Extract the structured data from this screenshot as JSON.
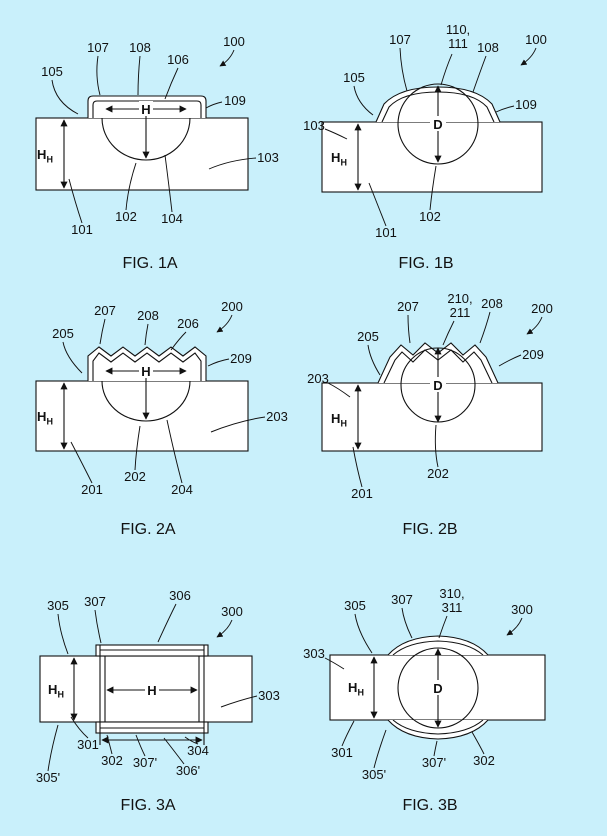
{
  "page": {
    "background": "#c9f0fb",
    "ink": "#111111"
  },
  "dims": {
    "h": "H",
    "d": "D",
    "hh_base": "H",
    "hh_sub": "H"
  },
  "fig1a": {
    "caption": "FIG. 1A",
    "refs": {
      "r100": "100",
      "r101": "101",
      "r102": "102",
      "r103": "103",
      "r104": "104",
      "r105": "105",
      "r106": "106",
      "r107": "107",
      "r108": "108",
      "r109": "109"
    }
  },
  "fig1b": {
    "caption": "FIG. 1B",
    "refs": {
      "r100": "100",
      "r101": "101",
      "r102": "102",
      "r103": "103",
      "r105": "105",
      "r107": "107",
      "r108": "108",
      "r109": "109",
      "r110": "110,",
      "r111": "111"
    }
  },
  "fig2a": {
    "caption": "FIG. 2A",
    "refs": {
      "r200": "200",
      "r201": "201",
      "r202": "202",
      "r203": "203",
      "r204": "204",
      "r205": "205",
      "r206": "206",
      "r207": "207",
      "r208": "208",
      "r209": "209"
    }
  },
  "fig2b": {
    "caption": "FIG. 2B",
    "refs": {
      "r200": "200",
      "r201": "201",
      "r202": "202",
      "r203": "203",
      "r205": "205",
      "r207": "207",
      "r208": "208",
      "r209": "209",
      "r210": "210,",
      "r211": "211"
    }
  },
  "fig3a": {
    "caption": "FIG. 3A",
    "refs": {
      "r300": "300",
      "r301": "301",
      "r302": "302",
      "r303": "303",
      "r304": "304",
      "r305": "305",
      "r305p": "305'",
      "r306": "306",
      "r306p": "306'",
      "r307": "307",
      "r307p": "307'"
    }
  },
  "fig3b": {
    "caption": "FIG. 3B",
    "refs": {
      "r300": "300",
      "r301": "301",
      "r302": "302",
      "r303": "303",
      "r305": "305",
      "r305p": "305'",
      "r307": "307",
      "r307p": "307'",
      "r310": "310,",
      "r311": "311"
    }
  }
}
